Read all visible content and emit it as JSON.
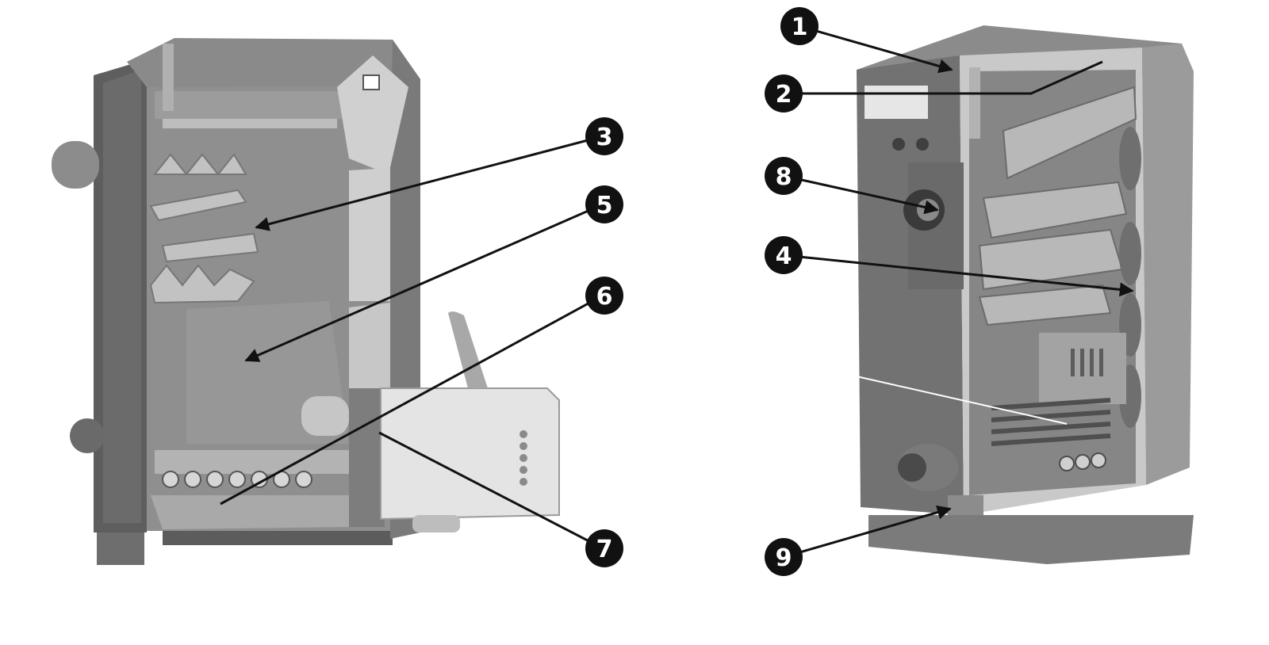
{
  "callouts": {
    "c1": "1",
    "c2": "2",
    "c3": "3",
    "c4": "4",
    "c5": "5",
    "c6": "6",
    "c7": "7",
    "c8": "8",
    "c9": "9"
  },
  "colors": {
    "casing_dark": "#5a5a5a",
    "casing_mid": "#7a7a7a",
    "interior": "#8c8c8c",
    "steel_light": "#b4b4b4",
    "steel_pale": "#d4d4d4",
    "burner_body": "#e2e2e2",
    "insulation": "#c8c8c8",
    "ink": "#111111"
  }
}
